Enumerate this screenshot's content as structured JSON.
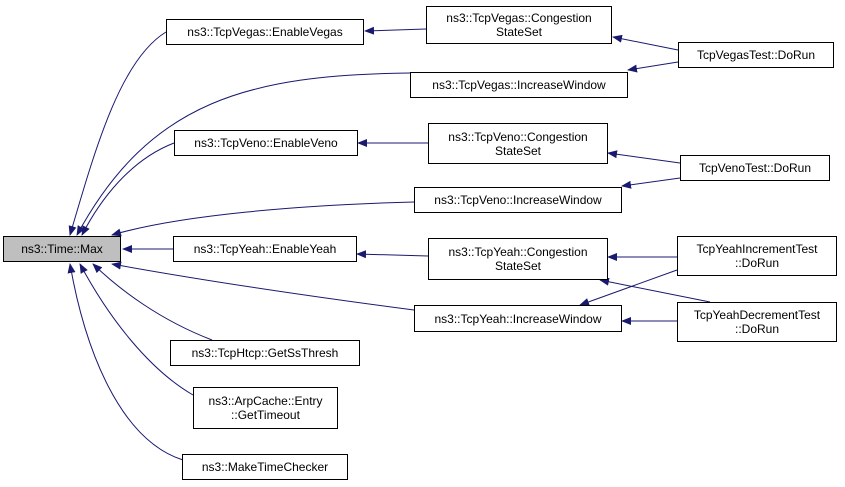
{
  "colors": {
    "edge": "#191970",
    "root_fill": "#bfbfbf",
    "node_fill": "#ffffff",
    "border": "#000000"
  },
  "nodes": {
    "time_max": [
      "ns3::Time::Max"
    ],
    "vegas_enable": [
      "ns3::TcpVegas::EnableVegas"
    ],
    "vegas_congestion": [
      "ns3::TcpVegas::Congestion",
      "StateSet"
    ],
    "vegas_test": [
      "TcpVegasTest::DoRun"
    ],
    "vegas_increase": [
      "ns3::TcpVegas::IncreaseWindow"
    ],
    "veno_enable": [
      "ns3::TcpVeno::EnableVeno"
    ],
    "veno_congestion": [
      "ns3::TcpVeno::Congestion",
      "StateSet"
    ],
    "veno_test": [
      "TcpVenoTest::DoRun"
    ],
    "veno_increase": [
      "ns3::TcpVeno::IncreaseWindow"
    ],
    "yeah_enable": [
      "ns3::TcpYeah::EnableYeah"
    ],
    "yeah_congestion": [
      "ns3::TcpYeah::Congestion",
      "StateSet"
    ],
    "yeah_inc_test": [
      "TcpYeahIncrementTest",
      "::DoRun"
    ],
    "yeah_increase": [
      "ns3::TcpYeah::IncreaseWindow"
    ],
    "yeah_dec_test": [
      "TcpYeahDecrementTest",
      "::DoRun"
    ],
    "htcp_ssthresh": [
      "ns3::TcpHtcp::GetSsThresh"
    ],
    "arp_timeout": [
      "ns3::ArpCache::Entry",
      "::GetTimeout"
    ],
    "make_checker": [
      "ns3::MakeTimeChecker"
    ]
  }
}
